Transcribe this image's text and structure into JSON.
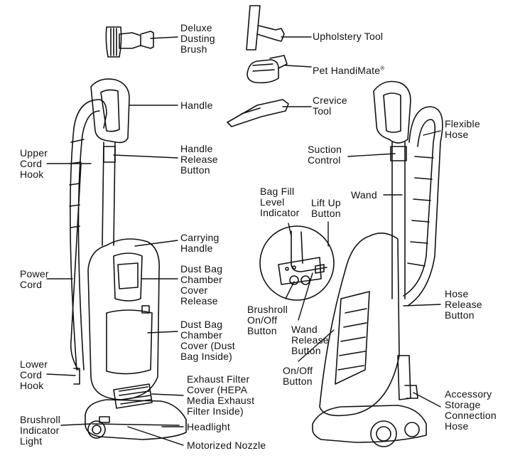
{
  "labels": {
    "deluxe_dusting_brush": [
      "Deluxe",
      "Dusting",
      "Brush"
    ],
    "upholstery_tool": [
      "Upholstery Tool"
    ],
    "pet_handimate": [
      "Pet HandiMate"
    ],
    "pet_handimate_mark": "®",
    "crevice_tool": [
      "Crevice",
      "Tool"
    ],
    "handle": [
      "Handle"
    ],
    "handle_release_button": [
      "Handle",
      "Release",
      "Button"
    ],
    "upper_cord_hook": [
      "Upper",
      "Cord",
      "Hook"
    ],
    "carrying_handle": [
      "Carrying",
      "Handle"
    ],
    "power_cord": [
      "Power",
      "Cord"
    ],
    "dust_bag_chamber_cover_release": [
      "Dust Bag",
      "Chamber",
      "Cover",
      "Release"
    ],
    "dust_bag_chamber_cover": [
      "Dust Bag",
      "Chamber",
      "Cover (Dust",
      "Bag Inside)"
    ],
    "lower_cord_hook": [
      "Lower",
      "Cord",
      "Hook"
    ],
    "exhaust_filter_cover": [
      "Exhaust Filter",
      "Cover (HEPA",
      "Media Exhaust",
      "Filter Inside)"
    ],
    "brushroll_indicator_light": [
      "Brushroll",
      "Indicator",
      "Light"
    ],
    "headlight": [
      "Headlight"
    ],
    "motorized_nozzle": [
      "Motorized Nozzle"
    ],
    "flexible_hose": [
      "Flexible",
      "Hose"
    ],
    "suction_control": [
      "Suction",
      "Control"
    ],
    "wand": [
      "Wand"
    ],
    "bag_fill_level_indicator": [
      "Bag Fill",
      "Level",
      "Indicator"
    ],
    "lift_up_button": [
      "Lift Up",
      "Button"
    ],
    "brushroll_onoff_button": [
      "Brushroll",
      "On/Off",
      "Button"
    ],
    "wand_release_button": [
      "Wand",
      "Release",
      "Button"
    ],
    "onoff_button": [
      "On/Off",
      "Button"
    ],
    "hose_release_button": [
      "Hose",
      "Release",
      "Button"
    ],
    "accessory_storage_connection_hose": [
      "Accessory",
      "Storage",
      "Connection",
      "Hose"
    ]
  }
}
